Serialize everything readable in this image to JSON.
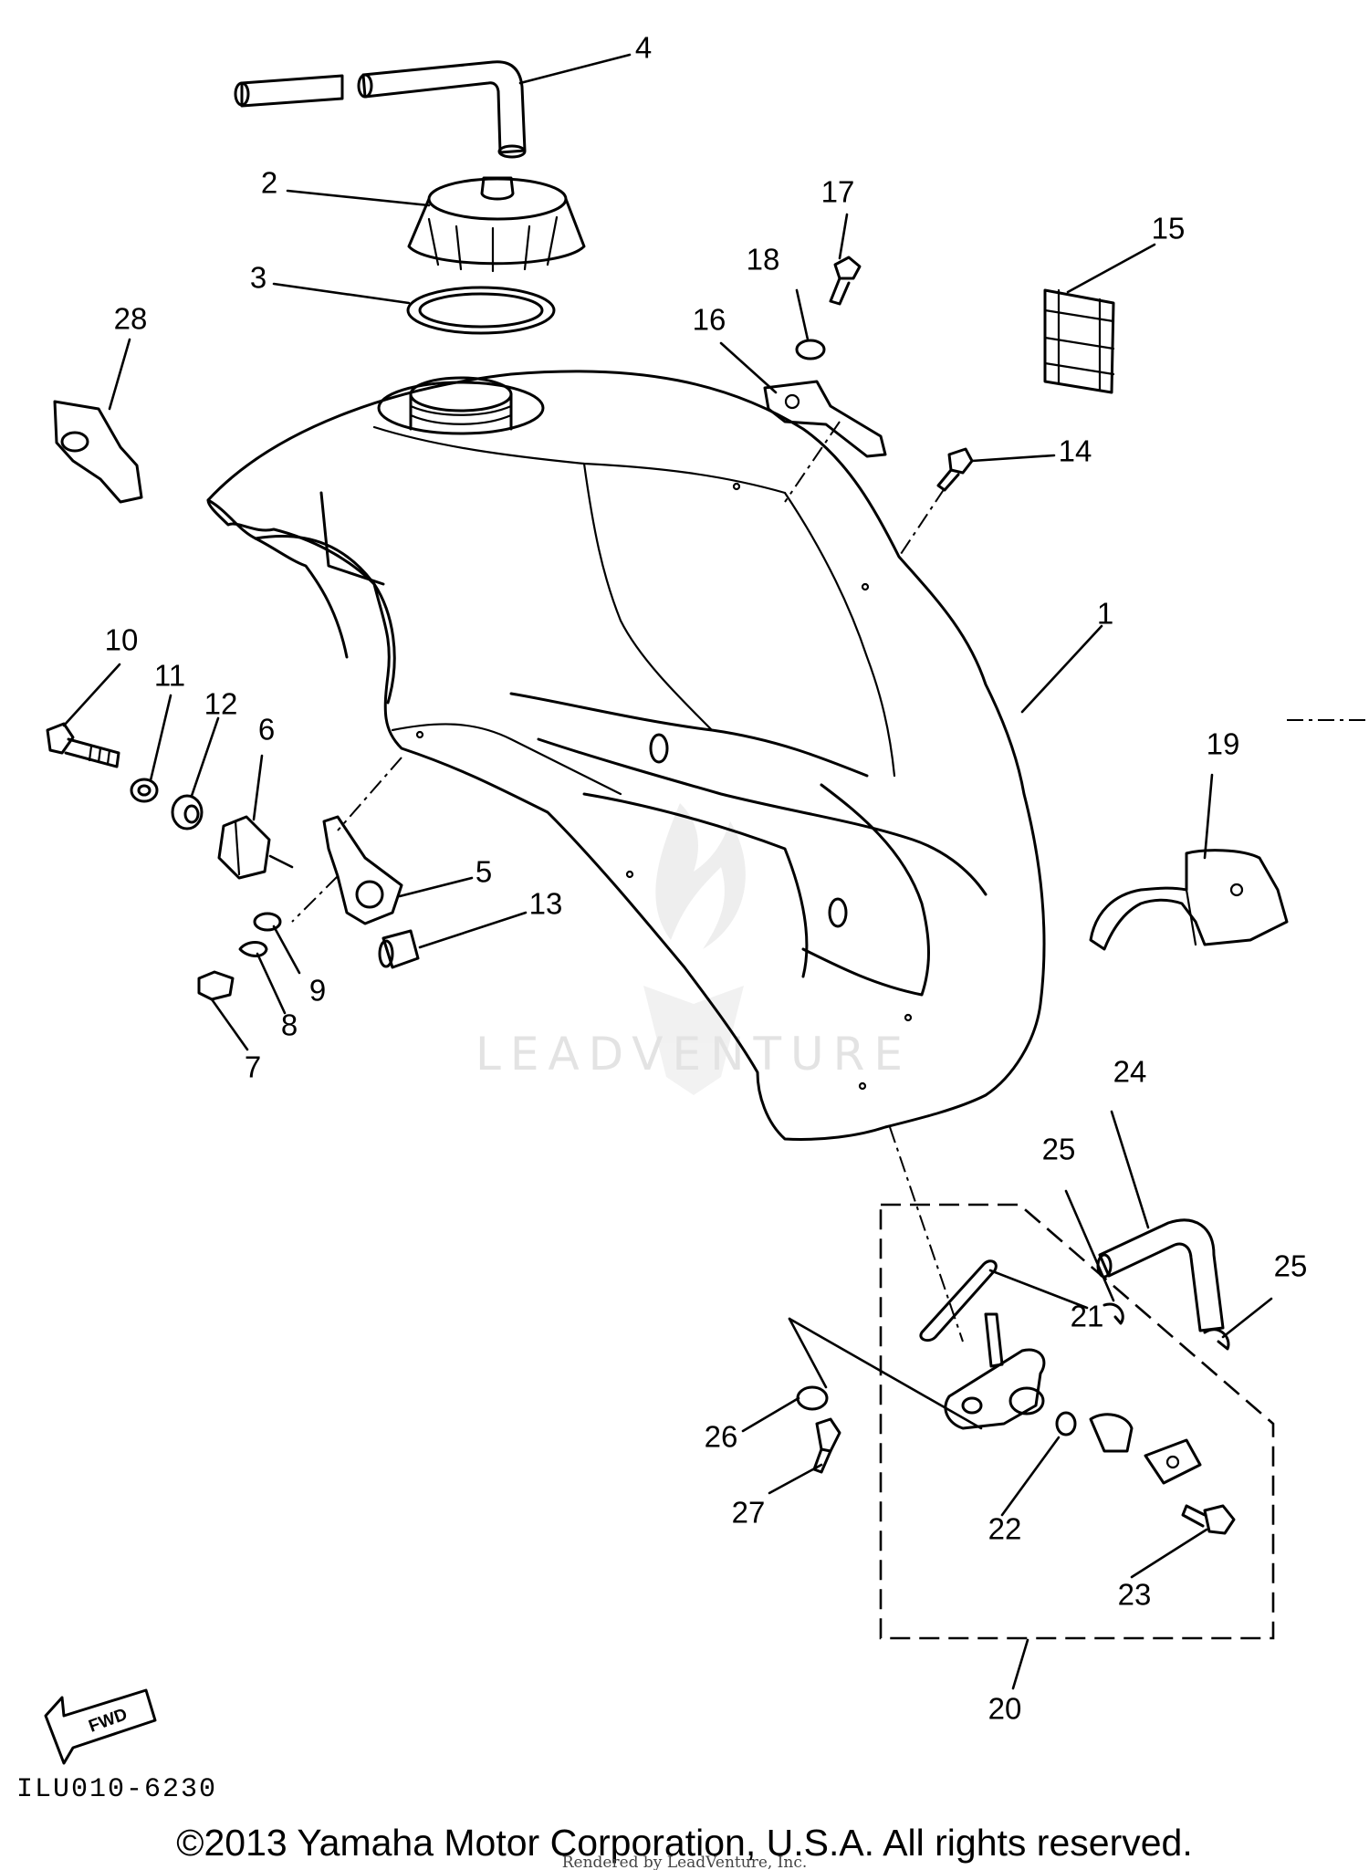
{
  "diagram": {
    "callouts": [
      "1",
      "2",
      "3",
      "4",
      "5",
      "6",
      "7",
      "8",
      "9",
      "10",
      "11",
      "12",
      "13",
      "14",
      "15",
      "16",
      "17",
      "18",
      "19",
      "20",
      "21",
      "22",
      "23",
      "24",
      "25",
      "25",
      "26",
      "27",
      "28"
    ],
    "illustration_code": "ILU010-6230",
    "direction_label": "FWD",
    "watermark": "LEADVENTURE",
    "rendered_by": "Rendered by LeadVenture, Inc.",
    "copyright": "©2013 Yamaha Motor Corporation, U.S.A. All rights reserved."
  },
  "icons": [
    "fwd-arrow-icon",
    "leadventure-logo-icon"
  ]
}
